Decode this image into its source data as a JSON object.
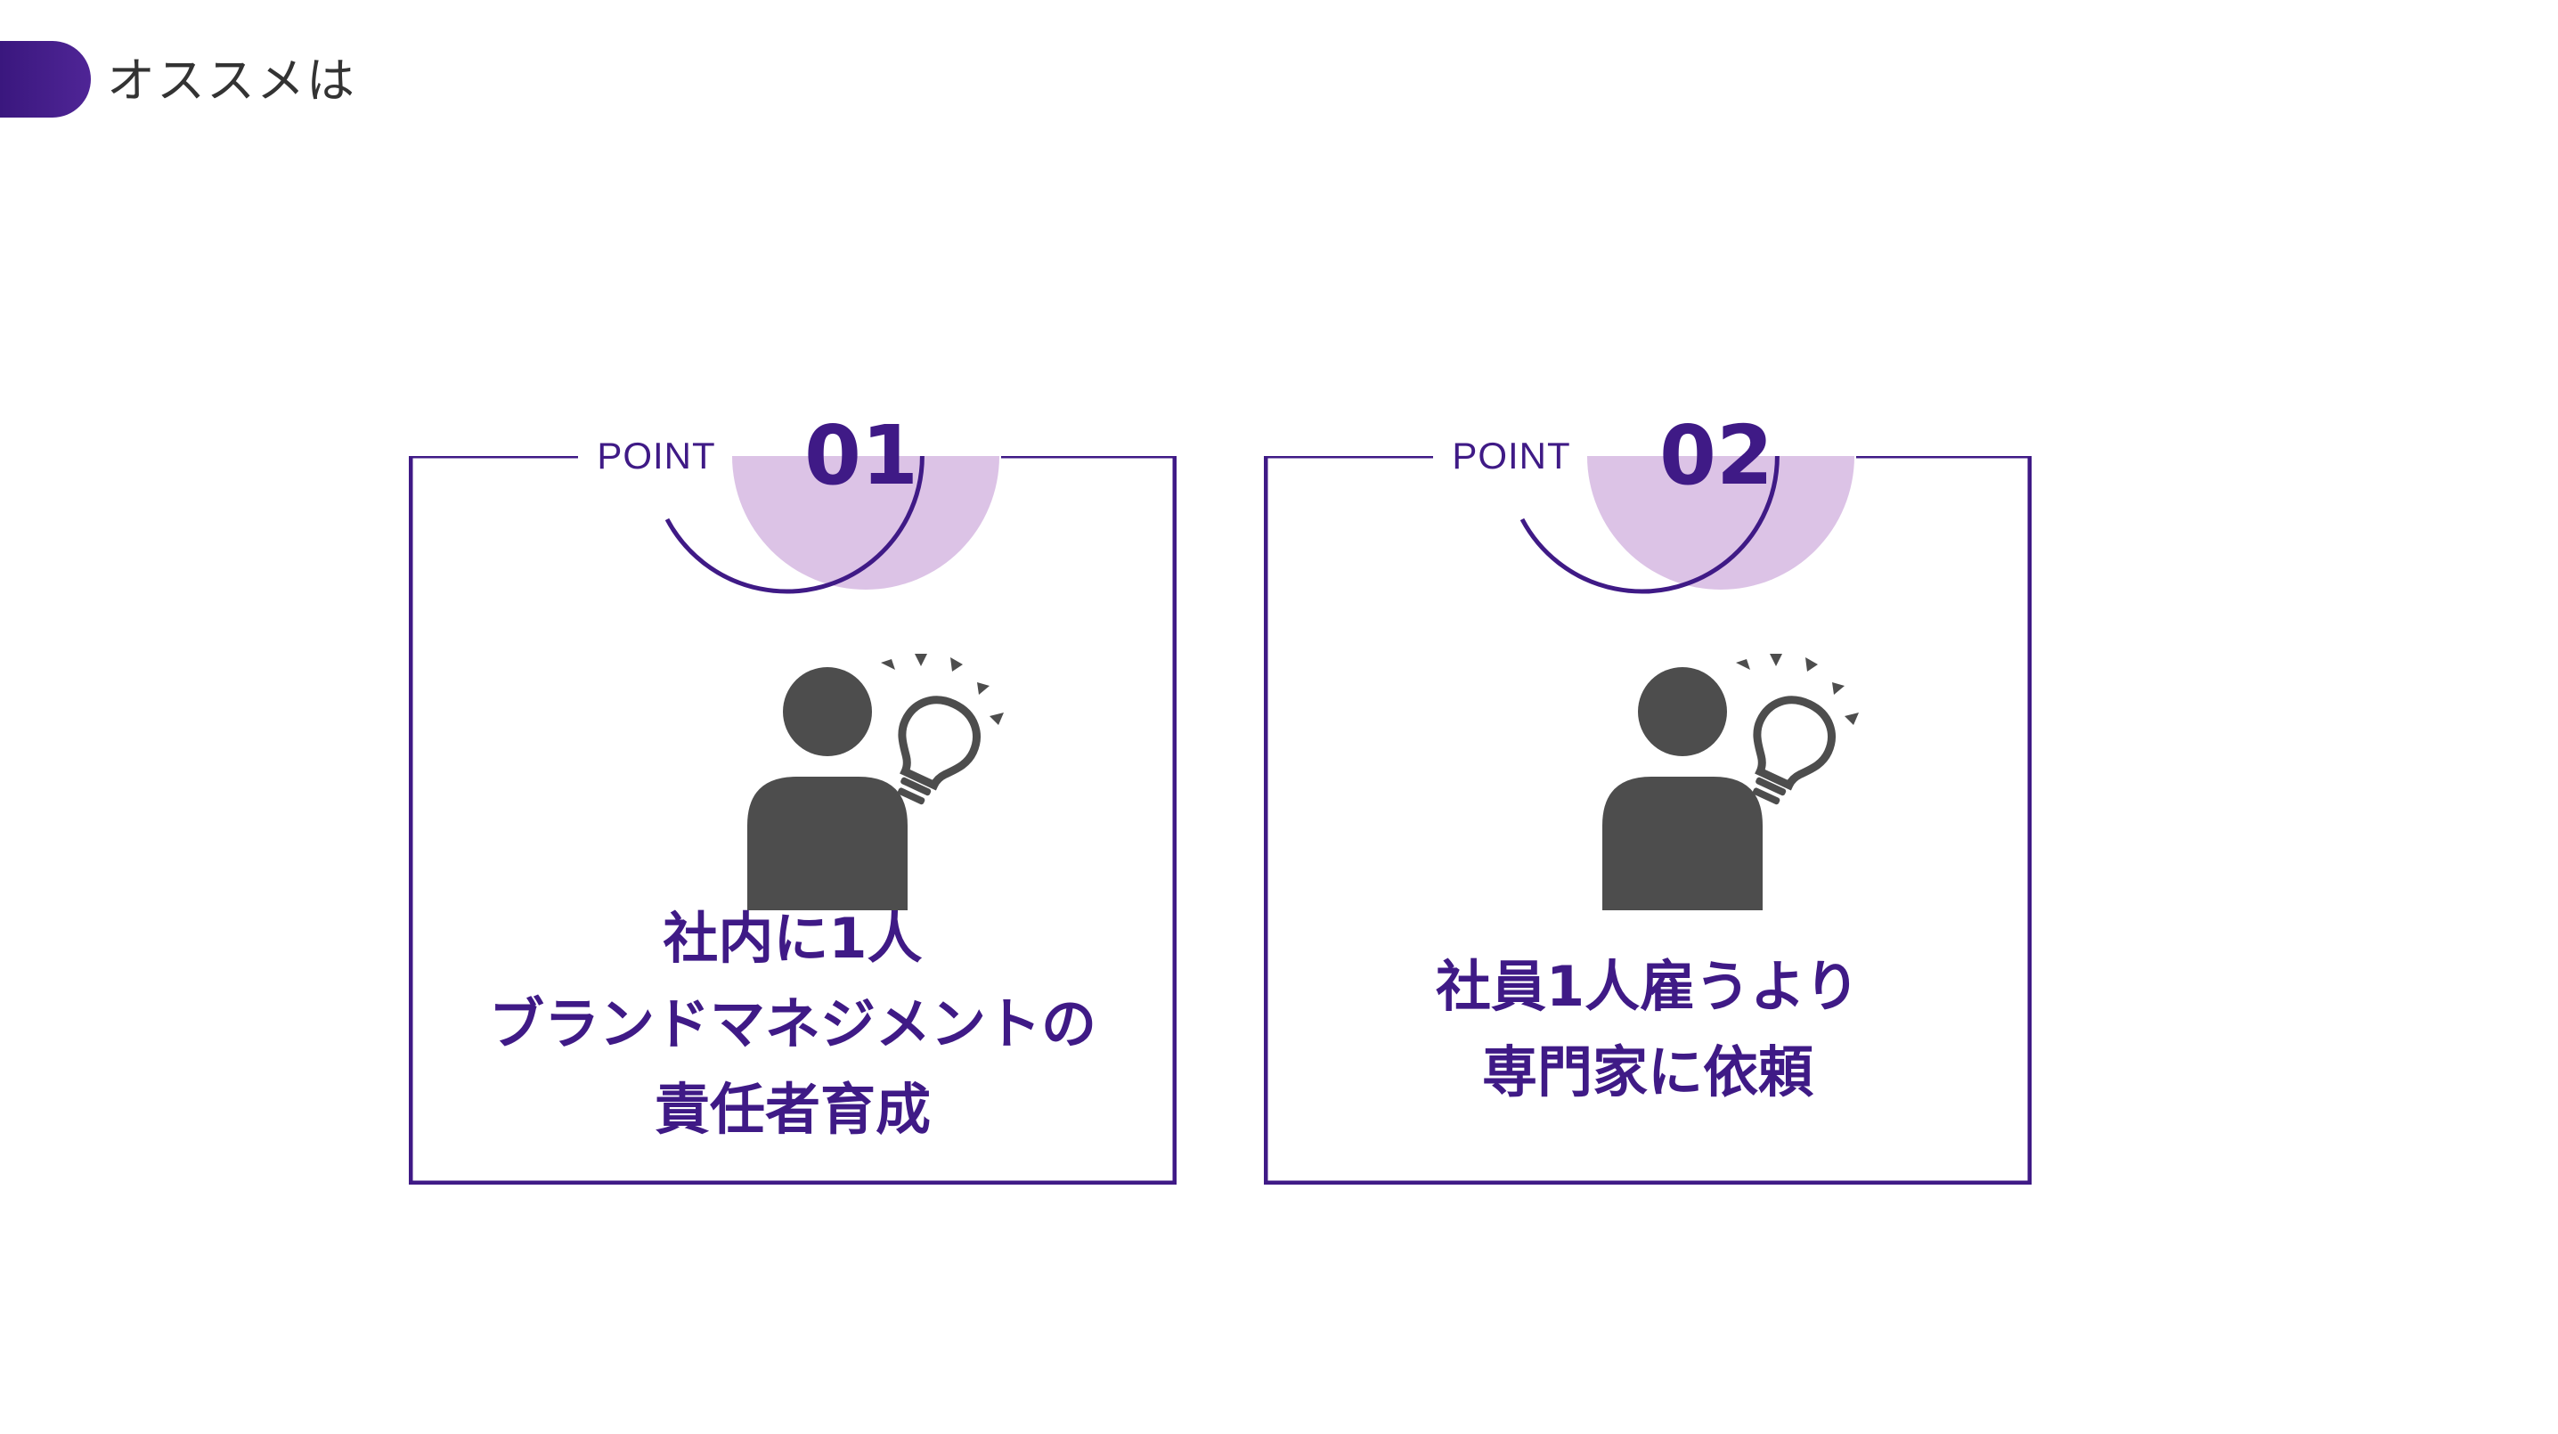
{
  "header": {
    "title": "オススメは"
  },
  "colors": {
    "accent": "#3f1a86",
    "accent_light": "#dcc3e6",
    "icon_gray": "#4d4d4d"
  },
  "cards": [
    {
      "point_label": "POINT",
      "number": "01",
      "lines": [
        "社内に1人",
        "ブランドマネジメントの",
        "責任者育成"
      ]
    },
    {
      "point_label": "POINT",
      "number": "02",
      "lines": [
        "社員1人雇うより",
        "専門家に依頼"
      ]
    }
  ],
  "icons": {
    "person": "person-icon",
    "bulb": "lightbulb-icon"
  }
}
